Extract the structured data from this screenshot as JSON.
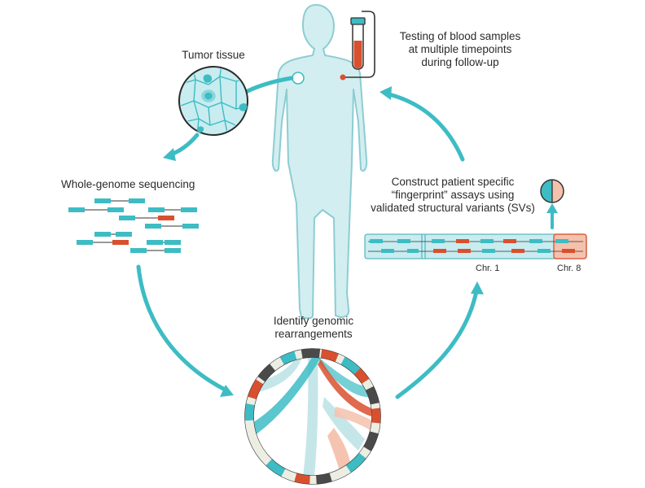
{
  "labels": {
    "tumor_tissue": "Tumor tissue",
    "blood_line1": "Testing of blood samples",
    "blood_line2": "at multiple timepoints",
    "blood_line3": "during follow-up",
    "wgs": "Whole-genome sequencing",
    "construct_line1": "Construct patient specific",
    "construct_line2": "“fingerprint” assays using",
    "construct_line3": "validated structural variants (SVs)",
    "identify_line1": "Identify genomic",
    "identify_line2": "rearrangements",
    "chr1": "Chr. 1",
    "chr8": "Chr. 8"
  },
  "colors": {
    "teal": "#3dbcc4",
    "teal_light": "#bfe3e6",
    "red": "#d9502e",
    "salmon": "#f4c1ad",
    "dark": "#4a4a4a",
    "beige": "#eceee4",
    "body_fill": "#d3eef0",
    "body_stroke": "#8ccdd3"
  },
  "icons": [
    "human-figure",
    "blood-tube",
    "tissue-magnifier",
    "circos-plot",
    "chromosome-bar",
    "assay-circle"
  ]
}
